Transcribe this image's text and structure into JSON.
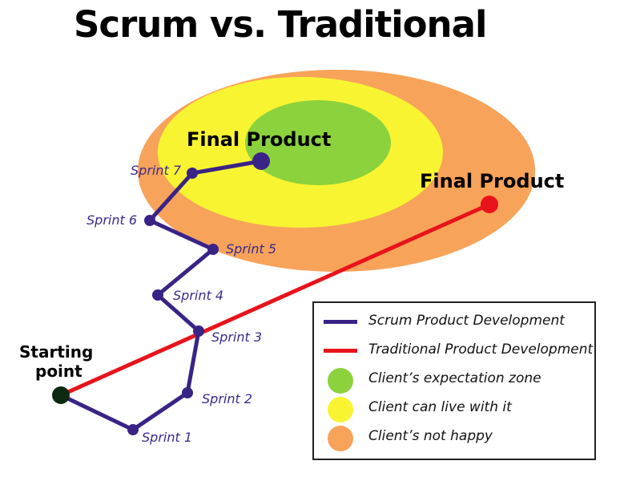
{
  "title": "Scrum vs. Traditional",
  "labels": {
    "scrum_final": "Final Product",
    "traditional_final": "Final Product",
    "start_line1": "Starting",
    "start_line2": "point"
  },
  "sprints": [
    {
      "label": "Sprint 1"
    },
    {
      "label": "Sprint 2"
    },
    {
      "label": "Sprint 3"
    },
    {
      "label": "Sprint 4"
    },
    {
      "label": "Sprint 5"
    },
    {
      "label": "Sprint 6"
    },
    {
      "label": "Sprint 7"
    }
  ],
  "colors": {
    "scrum_line": "#3a2386",
    "traditional_line": "#e8131b",
    "expectation_zone": "#8cd23c",
    "live_with_it": "#f8f432",
    "not_happy": "#f7a35a",
    "start_point": "#0c2a10"
  },
  "legend": {
    "items": [
      {
        "label": "Scrum Product Development",
        "kind": "line",
        "color": "#3a2386"
      },
      {
        "label": "Traditional Product Development",
        "kind": "line",
        "color": "#e8131b"
      },
      {
        "label": "Client’s expectation zone",
        "kind": "dot",
        "color": "#8cd23c"
      },
      {
        "label": "Client can live with it",
        "kind": "dot",
        "color": "#f8f432"
      },
      {
        "label": "Client’s not happy",
        "kind": "dot",
        "color": "#f7a35a"
      }
    ]
  }
}
